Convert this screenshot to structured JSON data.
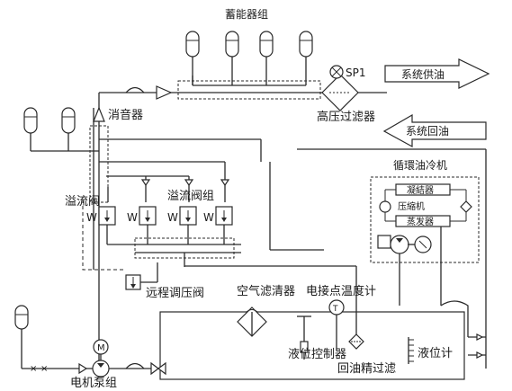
{
  "labels": {
    "accumulator_group": "蓄能器组",
    "system_supply": "系统供油",
    "system_return": "系统回油",
    "sp1": "SP1",
    "hp_filter": "高压过滤器",
    "silencer": "消音器",
    "relief_valve": "溢流阀",
    "relief_valve_group": "溢流阀组",
    "cooler": "循環油冷机",
    "condenser": "凝結器",
    "compressor": "压縮机",
    "evaporator": "蒸发器",
    "remote_valve": "远程调压阀",
    "air_filter": "空气滤清器",
    "thermometer": "电接点温度计",
    "level_controller": "液位控制器",
    "return_filter": "回油精过滤",
    "level_gauge": "液位计",
    "motor_pump": "电机泵组",
    "motor_m": "M",
    "temp_t": "T",
    "valve_w": "W"
  },
  "colors": {
    "line": "#2a2a2a",
    "background": "#ffffff"
  }
}
